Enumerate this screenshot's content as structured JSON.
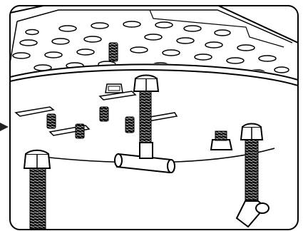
{
  "figure": {
    "kind": "assembly-illustration",
    "style": "black line art on white",
    "colors": {
      "line": "#000000",
      "fill": "#ffffff",
      "thread": "#111111"
    }
  },
  "parts": [
    "circular-base-plate",
    "perforated-octagonal-tray",
    "threaded-rod",
    "hex-nut",
    "t-fitting",
    "elbow-fitting",
    "set-screw",
    "slot-bracket",
    "pointer-arrow"
  ]
}
